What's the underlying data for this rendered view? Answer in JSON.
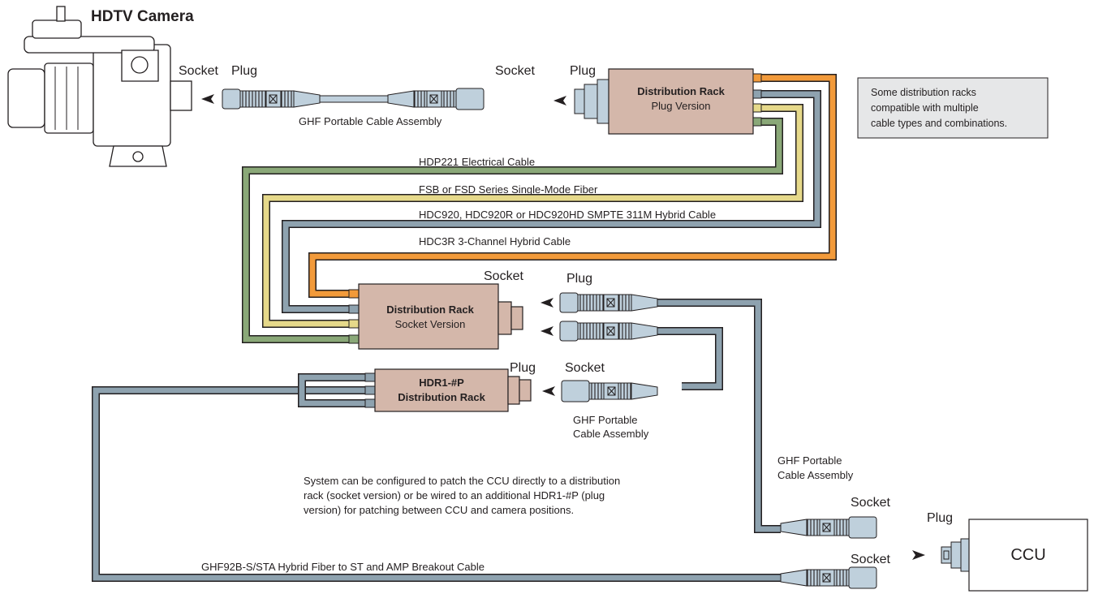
{
  "camera": {
    "title": "HDTV Camera",
    "socket_label": "Socket",
    "plug_label": "Plug"
  },
  "top_cable": {
    "label": "GHF Portable Cable Assembly",
    "socket_label": "Socket",
    "plug_label": "Plug"
  },
  "rack_plug": {
    "title": "Distribution Rack",
    "subtitle": "Plug Version"
  },
  "note": {
    "lines": [
      "Some distribution racks",
      "compatible with multiple",
      "cable types and combinations."
    ]
  },
  "cables": [
    {
      "label": "HDP221 Electrical Cable",
      "color": "#8aa878"
    },
    {
      "label": "FSB or FSD Series Single-Mode Fiber",
      "color": "#e6d98a"
    },
    {
      "label": "HDC920, HDC920R or HDC920HD SMPTE 311M Hybrid Cable",
      "color": "#8ea2af"
    },
    {
      "label": "HDC3R 3-Channel Hybrid Cable",
      "color": "#f29a3a"
    }
  ],
  "rack_socket": {
    "title": "Distribution Rack",
    "subtitle": "Socket Version",
    "socket_label": "Socket"
  },
  "mid_connectors": {
    "plug_label": "Plug",
    "socket_label": "Socket"
  },
  "hdr1": {
    "title": "HDR1-#P",
    "subtitle": "Distribution Rack",
    "plug_label": "Plug"
  },
  "ghf_mid": {
    "lines": [
      "GHF Portable",
      "Cable Assembly"
    ]
  },
  "ghf_right": {
    "lines": [
      "GHF Portable",
      "Cable Assembly"
    ]
  },
  "system_note": {
    "lines": [
      "System can be configured to patch the CCU directly to a distribution",
      "rack (socket version) or be wired to an additional HDR1-#P (plug",
      "version) for patching between CCU and camera positions."
    ]
  },
  "ccu": {
    "label": "CCU",
    "plug_label": "Plug",
    "socket_label_upper": "Socket",
    "socket_label_lower": "Socket"
  },
  "bottom_cable": {
    "label": "GHF92B-S/STA Hybrid Fiber to ST and AMP Breakout Cable"
  },
  "colors": {
    "rack": "#d4b7aa",
    "connector": "#bfd0dc",
    "note_bg": "#e6e7e8",
    "cable_gray": "#8ea2af"
  }
}
